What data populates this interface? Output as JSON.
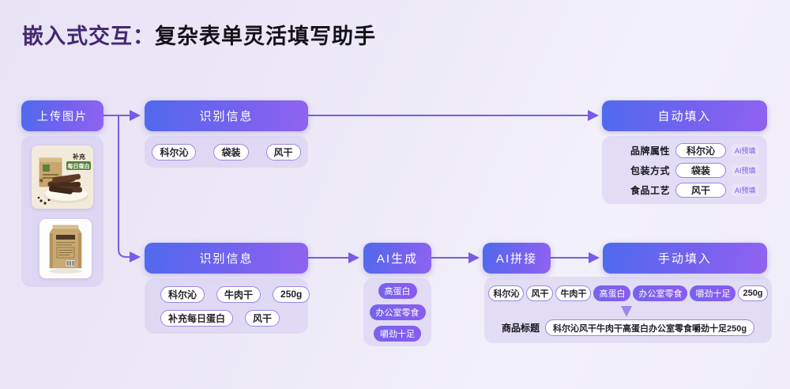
{
  "title": {
    "highlight": "嵌入式交互：",
    "rest": "复杂表单灵活填写助手"
  },
  "upload_button": "上传图片",
  "product_card": {
    "image1": {
      "caption_top": "补充",
      "caption_badge": "每日蛋白"
    }
  },
  "flow_top": {
    "recognize_label": "识别信息",
    "tags": [
      "科尔沁",
      "袋装",
      "风干"
    ],
    "autofill_label": "自动填入",
    "form_fields": [
      {
        "label": "品牌属性",
        "value": "科尔沁",
        "badge": "AI预填"
      },
      {
        "label": "包装方式",
        "value": "袋装",
        "badge": "AI预填"
      },
      {
        "label": "食品工艺",
        "value": "风干",
        "badge": "AI预填"
      }
    ]
  },
  "flow_bottom": {
    "recognize_label": "识别信息",
    "tags_row1": [
      "科尔沁",
      "牛肉干",
      "250g"
    ],
    "tags_row2": [
      "补充每日蛋白",
      "风干"
    ],
    "generate_label": "AI生成",
    "generate_tags": [
      "高蛋白",
      "办公室零食",
      "嚼劲十足"
    ],
    "splice_label": "AI拼接",
    "splice_tags": [
      "科尔沁",
      "风干",
      "牛肉干",
      "高蛋白",
      "办公室零食",
      "嚼劲十足",
      "250g"
    ],
    "result_label": "商品标题",
    "result_value": "科尔沁风干牛肉干高蛋白办公室零食嚼劲十足250g",
    "manual_label": "手动填入"
  },
  "colors": {
    "accent": "#7a5be8",
    "button_gradient_start": "#4f6aee",
    "button_gradient_end": "#9063f0",
    "title_highlight": "#44286f",
    "pill_border": "#9c86e6"
  }
}
